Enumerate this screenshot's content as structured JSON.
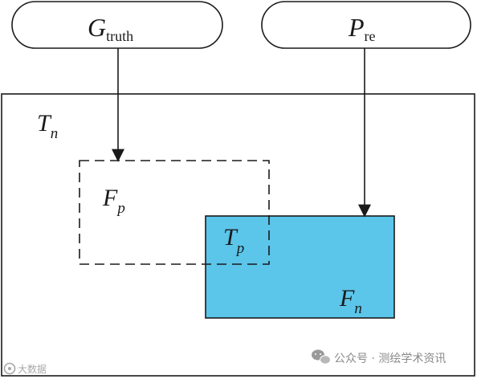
{
  "labels": {
    "g_truth": {
      "main": "G",
      "sub": "truth"
    },
    "p_re": {
      "main": "P",
      "sub": "re"
    },
    "t_n": {
      "main": "T",
      "sub": "n"
    },
    "f_p": {
      "main": "F",
      "sub": "p"
    },
    "t_p": {
      "main": "T",
      "sub": "p"
    },
    "f_n": {
      "main": "F",
      "sub": "n"
    }
  },
  "watermarks": {
    "left": "大数据",
    "right": "公众号 · 测绘学术资讯"
  },
  "colors": {
    "fill_fn": "#5bc5ea",
    "stroke": "#1a1a1a",
    "watermark": "#8a8a8a"
  },
  "icons": {
    "watermark_right": "wechat-icon",
    "watermark_left": "logo-icon"
  }
}
